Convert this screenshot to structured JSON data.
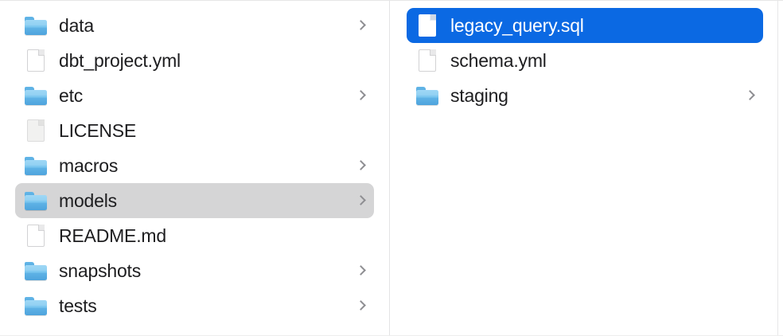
{
  "app": {
    "view_mode": "column-browser",
    "accent_color": "#0b69e3",
    "highlight_color": "#d5d5d6",
    "folder_color": "#7ac6ef",
    "chevron_color": "#8e8e92",
    "text_color": "#1d1d1f"
  },
  "columns": [
    {
      "name": "column-primary",
      "items": [
        {
          "label": "data",
          "kind": "folder",
          "icon": "folder-icon",
          "chevron": true,
          "state": "normal"
        },
        {
          "label": "dbt_project.yml",
          "kind": "file",
          "icon": "document-icon",
          "chevron": false,
          "state": "normal"
        },
        {
          "label": "etc",
          "kind": "folder",
          "icon": "folder-icon",
          "chevron": true,
          "state": "normal"
        },
        {
          "label": "LICENSE",
          "kind": "file",
          "icon": "document-plain-icon",
          "chevron": false,
          "state": "normal"
        },
        {
          "label": "macros",
          "kind": "folder",
          "icon": "folder-icon",
          "chevron": true,
          "state": "normal"
        },
        {
          "label": "models",
          "kind": "folder",
          "icon": "folder-icon",
          "chevron": true,
          "state": "highlight"
        },
        {
          "label": "README.md",
          "kind": "file",
          "icon": "document-icon",
          "chevron": false,
          "state": "normal"
        },
        {
          "label": "snapshots",
          "kind": "folder",
          "icon": "folder-icon",
          "chevron": true,
          "state": "normal"
        },
        {
          "label": "tests",
          "kind": "folder",
          "icon": "folder-icon",
          "chevron": true,
          "state": "normal"
        }
      ]
    },
    {
      "name": "column-secondary",
      "items": [
        {
          "label": "legacy_query.sql",
          "kind": "file",
          "icon": "document-icon",
          "chevron": false,
          "state": "selected"
        },
        {
          "label": "schema.yml",
          "kind": "file",
          "icon": "document-icon",
          "chevron": false,
          "state": "normal"
        },
        {
          "label": "staging",
          "kind": "folder",
          "icon": "folder-icon",
          "chevron": true,
          "state": "normal"
        }
      ]
    }
  ]
}
